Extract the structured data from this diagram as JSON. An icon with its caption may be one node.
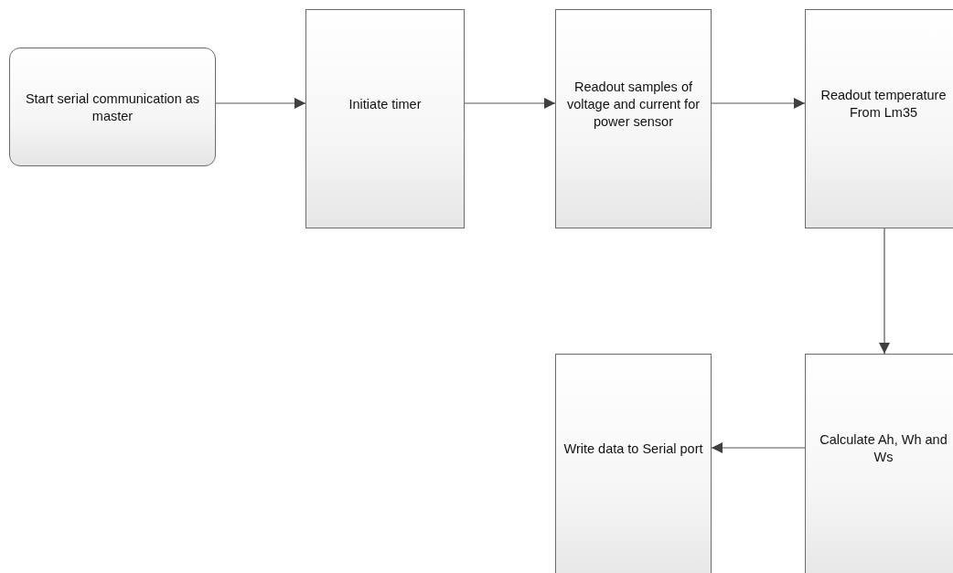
{
  "diagram": {
    "nodes": [
      {
        "text": [
          "Start serial communication as master"
        ]
      },
      {
        "text": [
          "Initiate timer"
        ]
      },
      {
        "text": [
          "Readout samples of voltage and current for power sensor"
        ]
      },
      {
        "text": [
          "Readout temperature From Lm35"
        ]
      },
      {
        "text": [
          "Write data to Serial port"
        ]
      },
      {
        "text": [
          "Calculate Ah, Wh and Ws"
        ]
      }
    ],
    "edges": [
      {
        "from": 0,
        "to": 1,
        "arrow": "to"
      },
      {
        "from": 1,
        "to": 2,
        "arrow": "to"
      },
      {
        "from": 2,
        "to": 3,
        "arrow": "to"
      },
      {
        "from": 3,
        "to": 5,
        "arrow": "to"
      },
      {
        "from": 5,
        "to": 4,
        "arrow": "to"
      }
    ]
  }
}
